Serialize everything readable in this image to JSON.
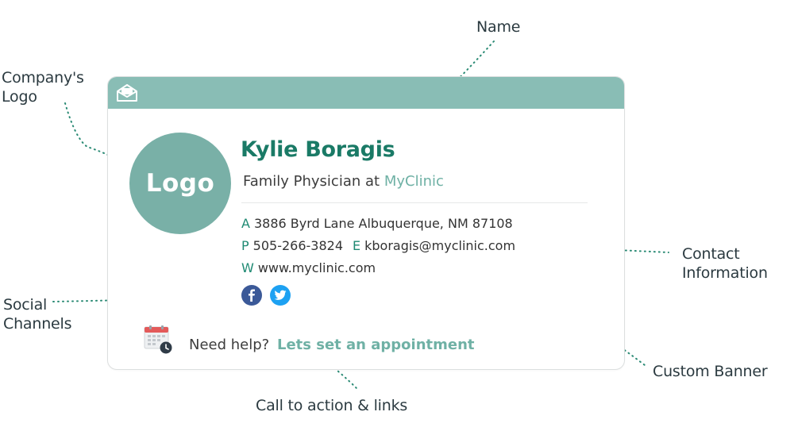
{
  "annotations": {
    "name": "Name",
    "company_logo": [
      "Company's",
      "Logo"
    ],
    "contact_info": [
      "Contact",
      "Information"
    ],
    "social_channels": [
      "Social",
      "Channels"
    ],
    "custom_banner": "Custom Banner",
    "call_to_action": "Call to action & links"
  },
  "signature": {
    "logo_text": "Logo",
    "name": "Kylie Boragis",
    "title_prefix": "Family Physician at",
    "clinic": "MyClinic",
    "address_key": "A",
    "address": "3886 Byrd Lane Albuquerque, NM 87108",
    "phone_key": "P",
    "phone": "505-266-3824",
    "email_key": "E",
    "email": "kboragis@myclinic.com",
    "web_key": "W",
    "website": "www.myclinic.com",
    "social": [
      "facebook-icon",
      "twitter-icon"
    ],
    "cta_text": "Need help?",
    "cta_link": "Lets set an appointment"
  },
  "colors": {
    "header": "#89bdb5",
    "logo_circle": "#79b0a7",
    "name": "#1a7a66",
    "accent": "#6fb1a5",
    "leader_lines": "#2a8a74",
    "facebook": "#3b5998",
    "twitter": "#1da1f2"
  }
}
